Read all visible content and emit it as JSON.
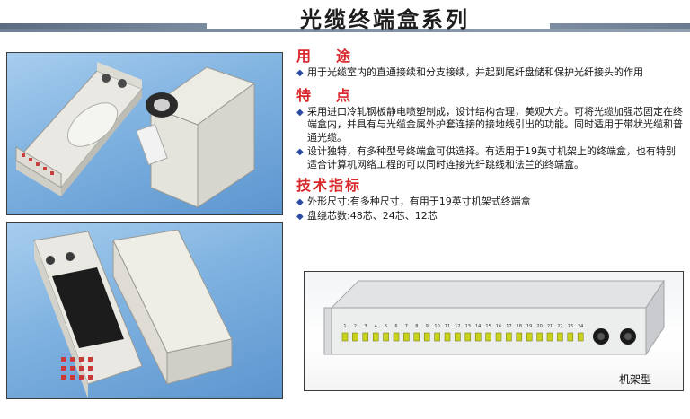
{
  "title": "光缆终端盒系列",
  "sections": [
    {
      "heading": "用　途",
      "items": [
        "用于光缆室内的直通接续和分支接续，并起到尾纤盘储和保护光纤接头的作用"
      ]
    },
    {
      "heading": "特　点",
      "items": [
        "采用进口冷轧钢板静电喷塑制成，设计结构合理，美观大方。可将光缆加强芯固定在终端盒内，并具有与光缆金属外护套连接的接地线引出的功能。同时适用于带状光缆和普通光缆。",
        "设计独特，有多种型号终端盒可供选择。有适用于19英寸机架上的终端盒，也有特别适合计算机网络工程的可以同时连接光纤跳线和法兰的终端盒。"
      ]
    },
    {
      "heading": "技术指标",
      "items": [
        "外形尺寸:有多种尺寸，有用于19英寸机架式终端盒",
        "盘绕芯数:48芯、24芯、12芯"
      ]
    }
  ],
  "rack": {
    "caption": "机架型",
    "port_numbers": [
      "1",
      "2",
      "3",
      "4",
      "5",
      "6",
      "7",
      "8",
      "9",
      "10",
      "11",
      "12",
      "13",
      "14",
      "15",
      "16",
      "17",
      "18",
      "19",
      "20",
      "21",
      "22",
      "23",
      "24"
    ]
  },
  "colors": {
    "heading": "#d8282c",
    "bullet": "#2b4aa3",
    "photo_bg": "#7fb2e0",
    "adapter": "#c8d21e"
  }
}
